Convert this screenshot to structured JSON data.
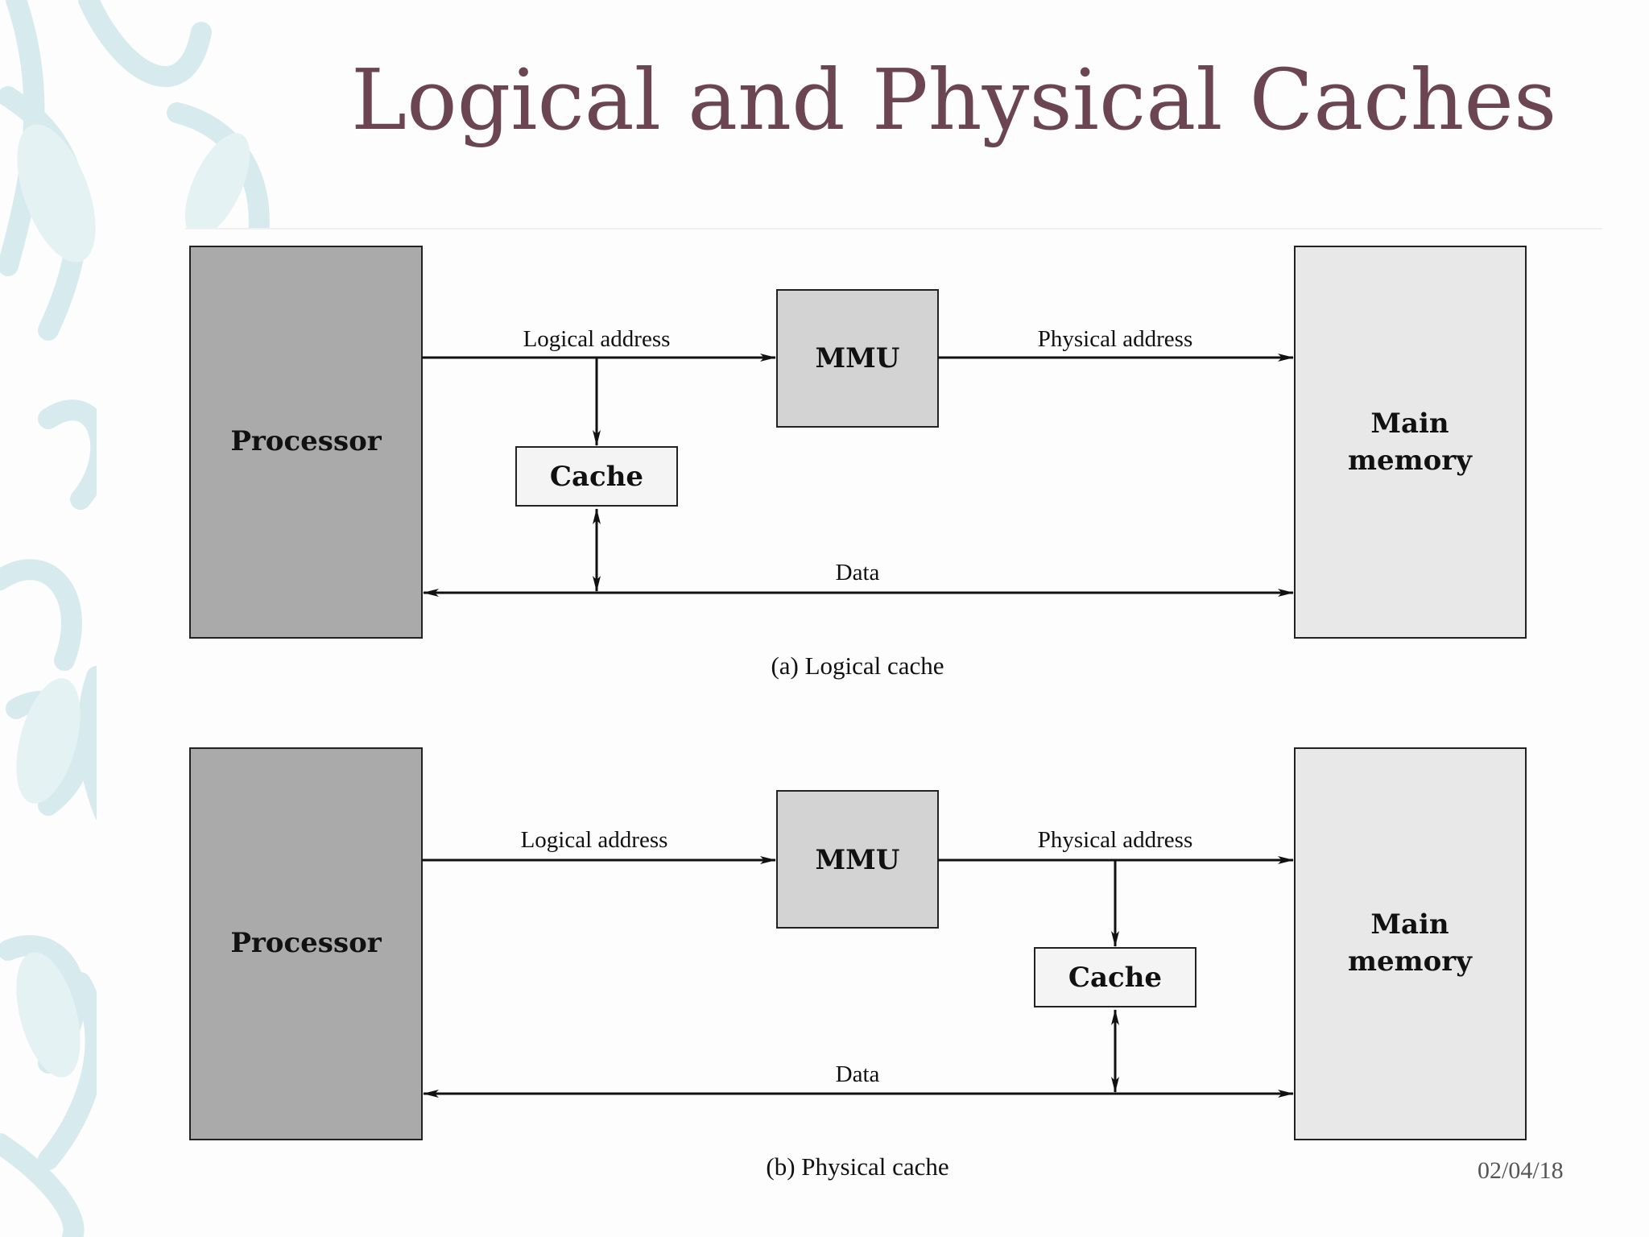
{
  "slide": {
    "title": "Logical and Physical Caches",
    "date": "02/04/18"
  },
  "diagram_a": {
    "processor": "Processor",
    "mmu": "MMU",
    "cache": "Cache",
    "main_memory_line1": "Main",
    "main_memory_line2": "memory",
    "logical_address": "Logical address",
    "physical_address": "Physical address",
    "data": "Data",
    "caption": "(a) Logical cache"
  },
  "diagram_b": {
    "processor": "Processor",
    "mmu": "MMU",
    "cache": "Cache",
    "main_memory_line1": "Main",
    "main_memory_line2": "memory",
    "logical_address": "Logical address",
    "physical_address": "Physical address",
    "data": "Data",
    "caption": "(b) Physical cache"
  },
  "colors": {
    "title": "#6b4652",
    "processor_fill": "#aaaaaa",
    "mmu_fill": "#d3d3d3",
    "memory_fill": "#e8e8e8",
    "cache_fill": "#f4f4f4",
    "decor": "#d7ebee"
  }
}
